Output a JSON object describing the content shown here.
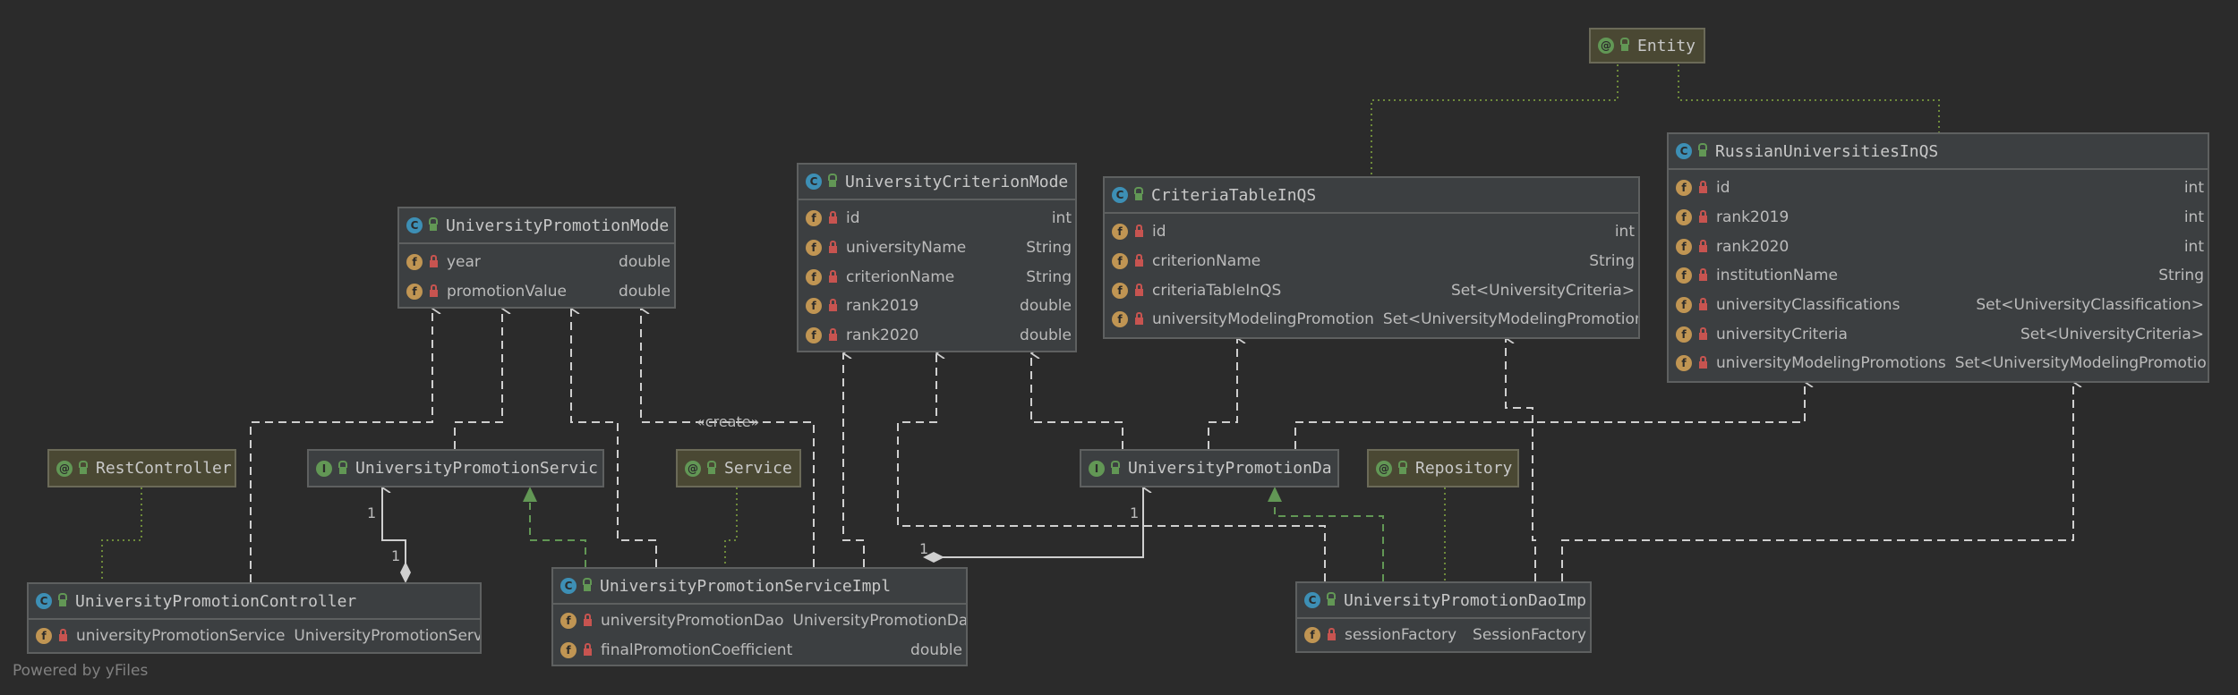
{
  "nodes": {
    "entity": {
      "name": "Entity"
    },
    "russian": {
      "name": "RussianUniversitiesInQS",
      "fields": [
        {
          "name": "id",
          "type": "int"
        },
        {
          "name": "rank2019",
          "type": "int"
        },
        {
          "name": "rank2020",
          "type": "int"
        },
        {
          "name": "institutionName",
          "type": "String"
        },
        {
          "name": "universityClassifications",
          "type": "Set<UniversityClassification>"
        },
        {
          "name": "universityCriteria",
          "type": "Set<UniversityCriteria>"
        },
        {
          "name": "universityModelingPromotions",
          "type": "Set<UniversityModelingPromotion>"
        }
      ]
    },
    "criteria_table": {
      "name": "CriteriaTableInQS",
      "fields": [
        {
          "name": "id",
          "type": "int"
        },
        {
          "name": "criterionName",
          "type": "String"
        },
        {
          "name": "criteriaTableInQS",
          "type": "Set<UniversityCriteria>"
        },
        {
          "name": "universityModelingPromotion",
          "type": "Set<UniversityModelingPromotion>"
        }
      ]
    },
    "criterion_model": {
      "name": "UniversityCriterionMode",
      "fields": [
        {
          "name": "id",
          "type": "int"
        },
        {
          "name": "universityName",
          "type": "String"
        },
        {
          "name": "criterionName",
          "type": "String"
        },
        {
          "name": "rank2019",
          "type": "double"
        },
        {
          "name": "rank2020",
          "type": "double"
        }
      ]
    },
    "promotion_model": {
      "name": "UniversityPromotionMode",
      "fields": [
        {
          "name": "year",
          "type": "double"
        },
        {
          "name": "promotionValue",
          "type": "double"
        }
      ]
    },
    "rest_controller": {
      "name": "RestController"
    },
    "promotion_service": {
      "name": "UniversityPromotionServic"
    },
    "service_anno": {
      "name": "Service"
    },
    "promotion_dao": {
      "name": "UniversityPromotionDa"
    },
    "repository": {
      "name": "Repository"
    },
    "controller": {
      "name": "UniversityPromotionController",
      "fields": [
        {
          "name": "universityPromotionService",
          "type": "UniversityPromotionService"
        }
      ]
    },
    "service_impl": {
      "name": "UniversityPromotionServiceImpl",
      "fields": [
        {
          "name": "universityPromotionDao",
          "type": "UniversityPromotionDao"
        },
        {
          "name": "finalPromotionCoefficient",
          "type": "double"
        }
      ]
    },
    "dao_impl": {
      "name": "UniversityPromotionDaoImp",
      "fields": [
        {
          "name": "sessionFactory",
          "type": "SessionFactory"
        }
      ]
    }
  },
  "edge_labels": {
    "create": "«create»",
    "mult_service_top": "1",
    "mult_service_bottom": "1",
    "mult_dao_top": "1",
    "mult_dao_left": "1"
  },
  "icons": {
    "class_letter": "C",
    "interface_letter": "I",
    "annotation_letter": "@",
    "field_letter": "f"
  },
  "colors": {
    "background": "#2b2b2b",
    "node": "#3c3f41",
    "annotation_node": "#4a4833",
    "dependency_edge": "#cfcfcf",
    "realization_edge": "#629755",
    "annotation_edge": "#6e8a3b"
  },
  "footer": "Powered by yFiles"
}
